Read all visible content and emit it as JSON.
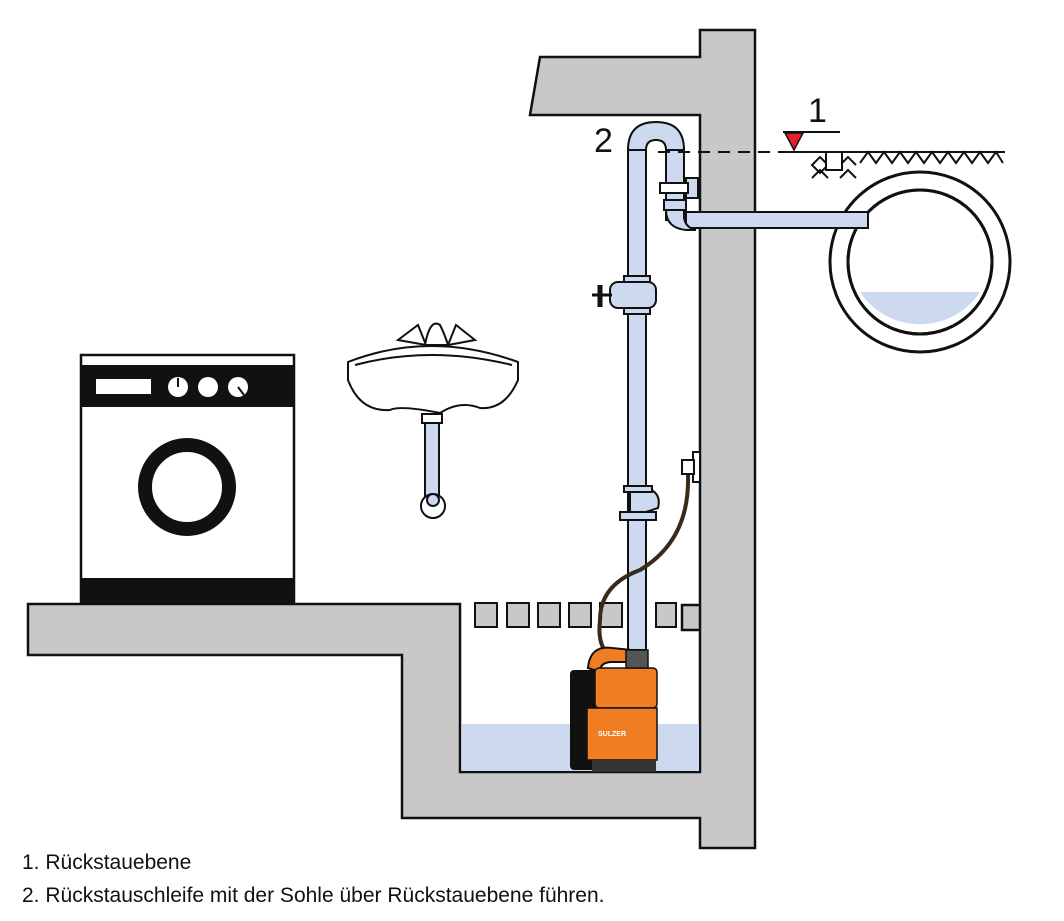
{
  "labels": {
    "level_marker": "1",
    "loop_marker": "2",
    "pump_brand": "SULZER"
  },
  "captions": [
    "1. Rückstauebene",
    "2. Rückstauschleife mit der Sohle über Rückstauebene führen."
  ],
  "colors": {
    "wall": "#c8c8c8",
    "pipe": "#cdd9ee",
    "water": "#cdd9ee",
    "pump": "#f07d22",
    "level_triangle": "#e0202a",
    "outline": "#111111"
  }
}
